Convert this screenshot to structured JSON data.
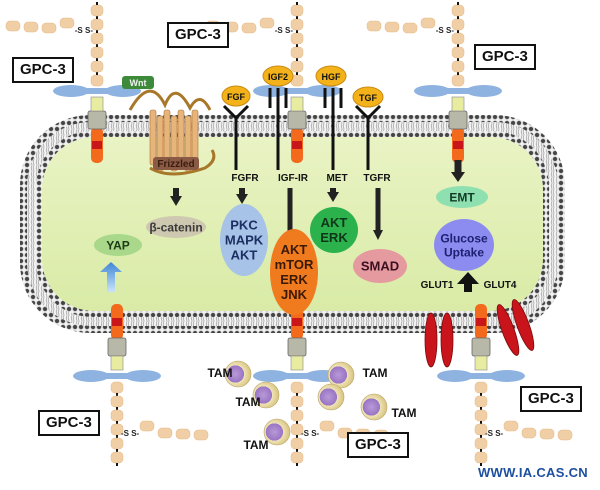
{
  "diagram": {
    "title": "GPC-3 signaling pathways in hepatocellular carcinoma cell",
    "gpc3_label": "GPC-3",
    "gpc3_boxes": [
      "GPC-3",
      "GPC-3",
      "GPC-3",
      "GPC-3",
      "GPC-3",
      "GPC-3"
    ],
    "disulfide_label": "-S S-",
    "ligands": {
      "wnt": "Wnt",
      "fgf": "FGF",
      "igf2": "IGF2",
      "hgf": "HGF",
      "tgf": "TGF"
    },
    "receptors": {
      "frizzled": "Frizzled",
      "fgfr": "FGFR",
      "igf_ir": "IGF-IR",
      "met": "MET",
      "tgfr": "TGFR",
      "glut1": "GLUT1",
      "glut4": "GLUT4"
    },
    "effectors": {
      "beta_catenin": "β-catenin",
      "yap": "YAP",
      "pkc_mapk_akt": [
        "PKC",
        "MAPK",
        "AKT"
      ],
      "akt_mtor_erk_jnk": [
        "AKT",
        "mTOR",
        "ERK",
        "JNK"
      ],
      "akt_erk": [
        "AKT",
        "ERK"
      ],
      "smad": "SMAD",
      "emt": "EMT",
      "glucose_uptake": [
        "Glucose",
        "Uptake"
      ]
    },
    "tam_label": "TAM",
    "colors": {
      "cytoplasm": "#e4f0b8",
      "beta_catenin": "#cfc8b0",
      "yap": "#a9d88a",
      "pkc_node": "#a7c3e8",
      "akt_mtor_node": "#f07a1e",
      "akt_erk_node": "#2bb24c",
      "smad": "#e59aa0",
      "emt": "#8fe0b0",
      "glucose": "#8c8cf0",
      "ligand": "#f3b21a",
      "wnt": "#3d8a3a",
      "glut": "#c8141a",
      "gpc_bead": "#f0cfa6",
      "gpi_anchor": "#8fb3e0"
    }
  },
  "watermark": "WWW.IA.CAS.CN"
}
